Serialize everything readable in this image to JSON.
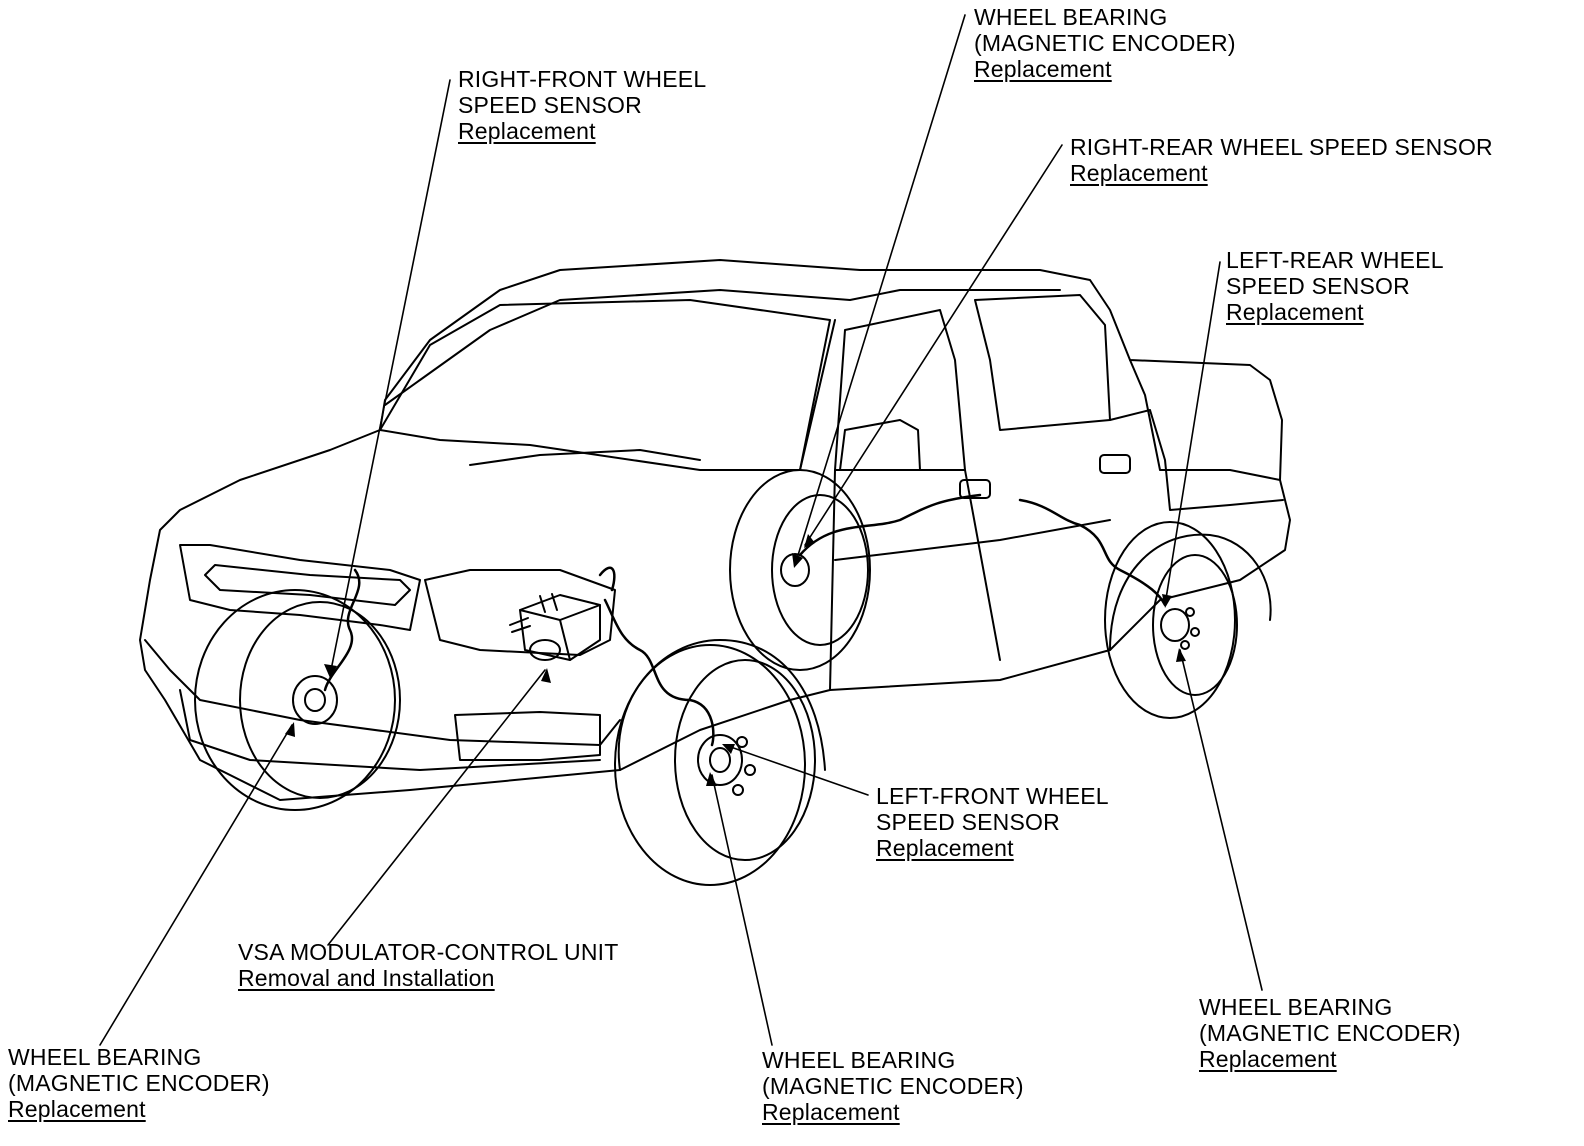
{
  "callouts": {
    "rf_sensor": {
      "lines": [
        "RIGHT-FRONT WHEEL",
        "SPEED SENSOR"
      ],
      "link": "Replacement"
    },
    "wb_top": {
      "lines": [
        "WHEEL BEARING",
        "(MAGNETIC ENCODER)"
      ],
      "link": "Replacement"
    },
    "rr_sensor": {
      "lines": [
        "RIGHT-REAR WHEEL SPEED SENSOR"
      ],
      "link": "Replacement"
    },
    "lr_sensor": {
      "lines": [
        "LEFT-REAR WHEEL",
        "SPEED SENSOR"
      ],
      "link": "Replacement"
    },
    "lf_sensor": {
      "lines": [
        "LEFT-FRONT WHEEL",
        "SPEED SENSOR"
      ],
      "link": "Replacement"
    },
    "vsa": {
      "lines": [
        "VSA MODULATOR-CONTROL UNIT"
      ],
      "link": "Removal and Installation"
    },
    "wb_front_left": {
      "lines": [
        "WHEEL BEARING",
        "(MAGNETIC ENCODER)"
      ],
      "link": "Replacement"
    },
    "wb_front_mid": {
      "lines": [
        "WHEEL BEARING",
        "(MAGNETIC ENCODER)"
      ],
      "link": "Replacement"
    },
    "wb_rear_right": {
      "lines": [
        "WHEEL BEARING",
        "(MAGNETIC ENCODER)"
      ],
      "link": "Replacement"
    }
  },
  "colors": {
    "ink": "#000000",
    "paper": "#ffffff"
  }
}
